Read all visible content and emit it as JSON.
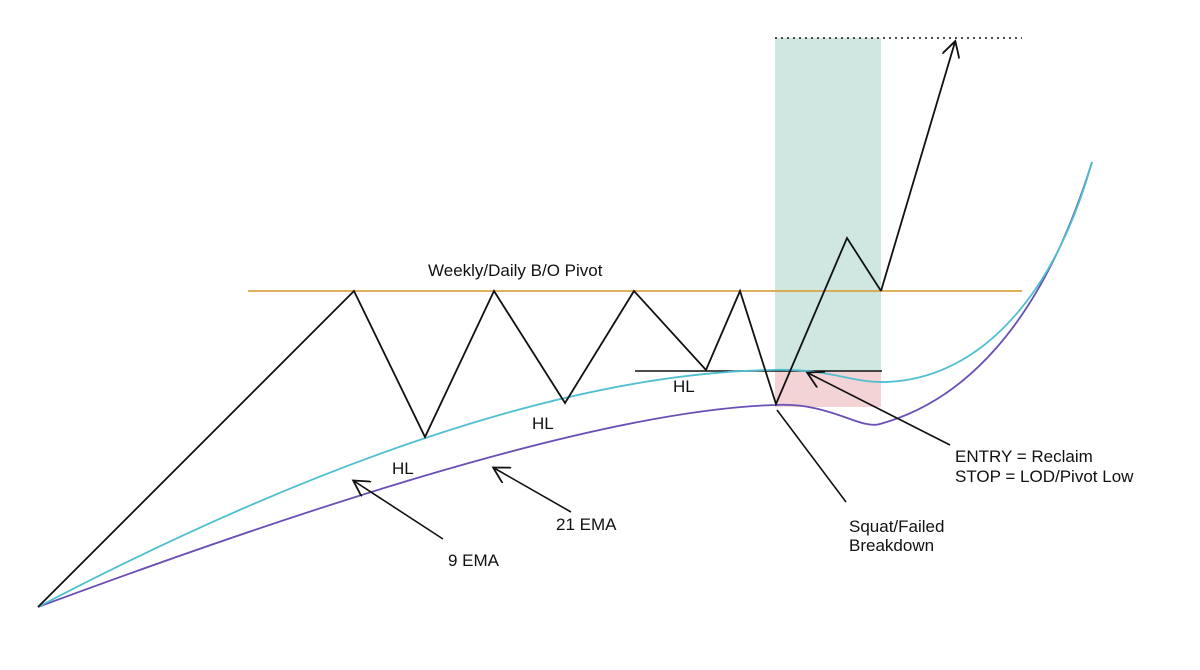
{
  "labels": {
    "pivot": "Weekly/Daily B/O Pivot",
    "hl_1": "HL",
    "hl_2": "HL",
    "hl_3": "HL",
    "ema_9": "9 EMA",
    "ema_21": "21 EMA",
    "squat_line1": "Squat/Failed",
    "squat_line2": "Breakdown",
    "entry": "ENTRY = Reclaim",
    "stop": "STOP = LOD/Pivot Low"
  },
  "colors": {
    "price": "#111111",
    "pivot_line": "#d9a441",
    "ema_9": "#4fbfd0",
    "ema_21": "#6a4fb5",
    "target_zone": "#cfe6e1",
    "stop_zone": "#f3d3d6"
  }
}
